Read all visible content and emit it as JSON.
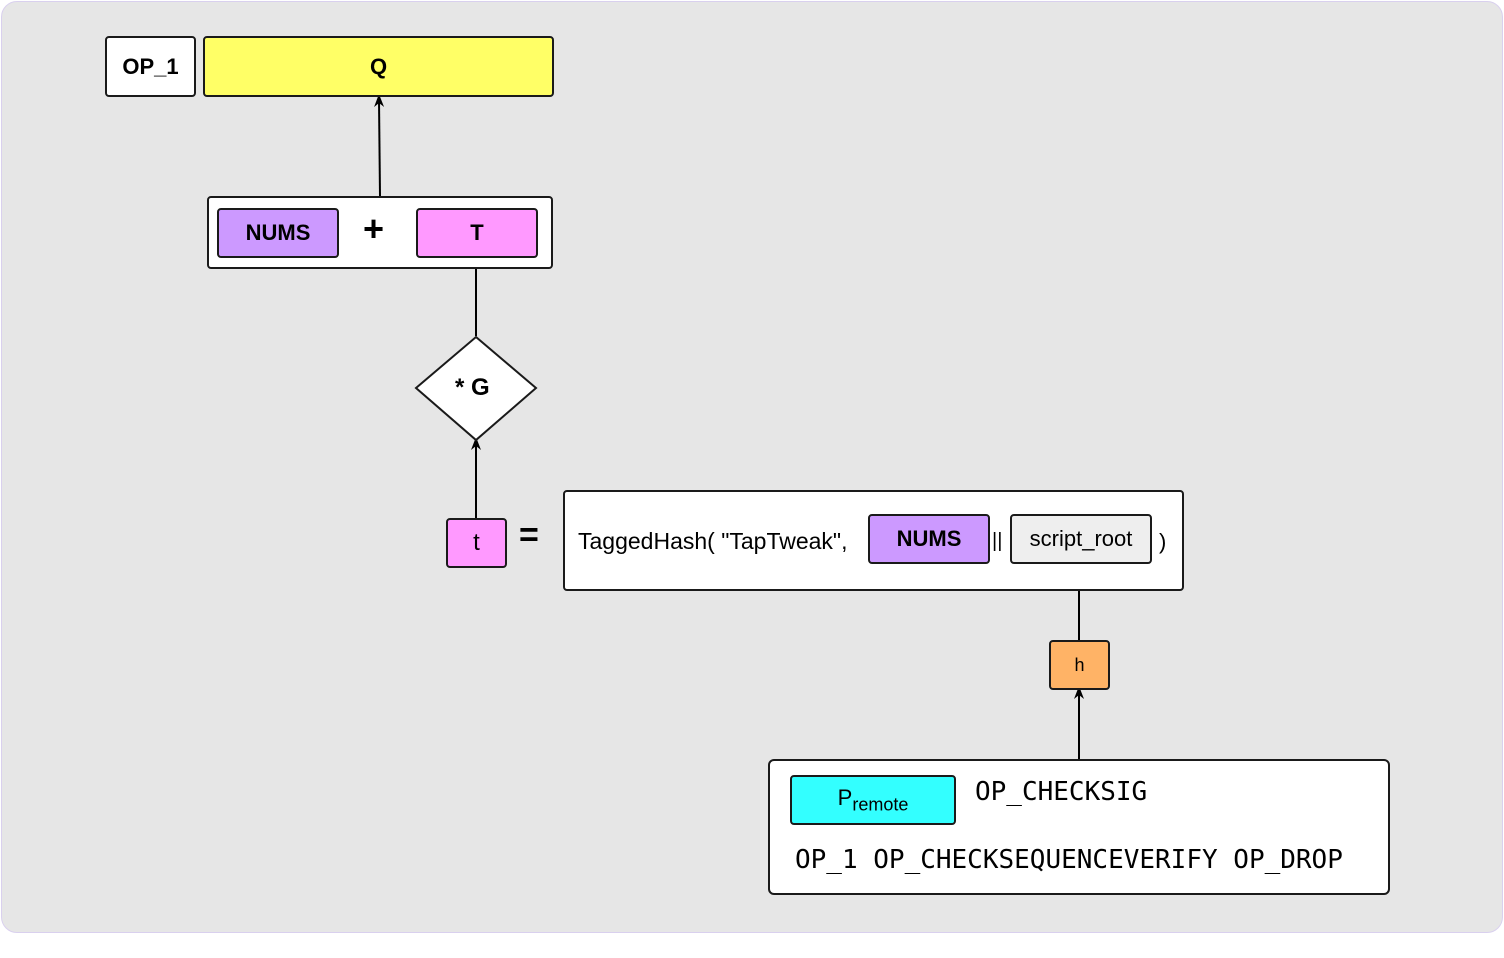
{
  "output": {
    "op1": "OP_1",
    "q": "Q"
  },
  "sum": {
    "nums": "NUMS",
    "plus": "+",
    "t_upper": "T"
  },
  "mult": {
    "label": "* G"
  },
  "tweak": {
    "t_lower": "t",
    "equals": "="
  },
  "hash": {
    "prefix": "TaggedHash( \"TapTweak\",",
    "nums": "NUMS",
    "concat": "||",
    "script_root": "script_root",
    "close": ")"
  },
  "leaf_hash": {
    "label": "h"
  },
  "script": {
    "key_base": "P",
    "key_sub": "remote",
    "line1": "OP_CHECKSIG",
    "line2": "OP_1 OP_CHECKSEQUENCEVERIFY OP_DROP"
  },
  "colors": {
    "yellow": "#ffff66",
    "purple": "#cc99ff",
    "pink": "#ff99ff",
    "cyan": "#33ffff",
    "orange": "#ffb366"
  }
}
